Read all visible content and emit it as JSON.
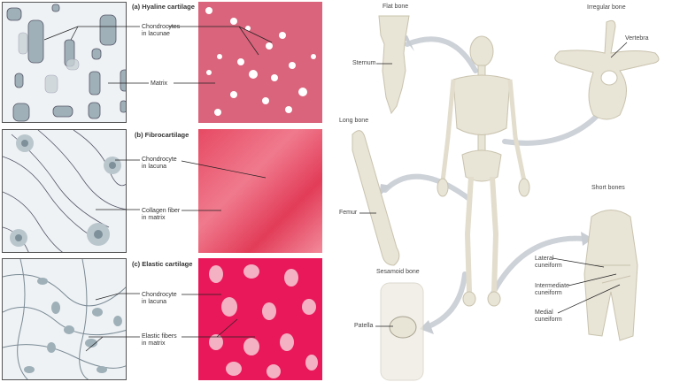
{
  "cartilage": {
    "hyaline": {
      "title": "(a) Hyaline cartilage",
      "labels": [
        "Chondrocytes\nin lacunae",
        "Matrix"
      ]
    },
    "fibro": {
      "title": "(b) Fibrocartilage",
      "labels": [
        "Chondrocyte\nin lacuna",
        "Collagen fiber\nin matrix"
      ]
    },
    "elastic": {
      "title": "(c) Elastic cartilage",
      "labels": [
        "Chondrocyte\nin lacuna",
        "Elastic fibers\nin matrix"
      ]
    }
  },
  "bones": {
    "flat": {
      "title": "Flat bone",
      "label": "Sternum"
    },
    "irregular": {
      "title": "Irregular bone",
      "label": "Vertebra"
    },
    "long": {
      "title": "Long bone",
      "label": "Femur"
    },
    "short": {
      "title": "Short bones",
      "labels": [
        "Lateral\ncuneiform",
        "Intermediate\ncuneiform",
        "Medial\ncuneiform"
      ]
    },
    "sesamoid": {
      "title": "Sesamoid bone",
      "label": "Patella"
    }
  },
  "colors": {
    "bone": "#e8e4d6",
    "bone_outline": "#c9c3ae",
    "arrow": "#c8cdd4",
    "histology_pink": "#d9516e",
    "elastic_pink": "#e8185a",
    "drawing_bg": "#eef2f5",
    "cell_fill": "#9fb0b8"
  }
}
